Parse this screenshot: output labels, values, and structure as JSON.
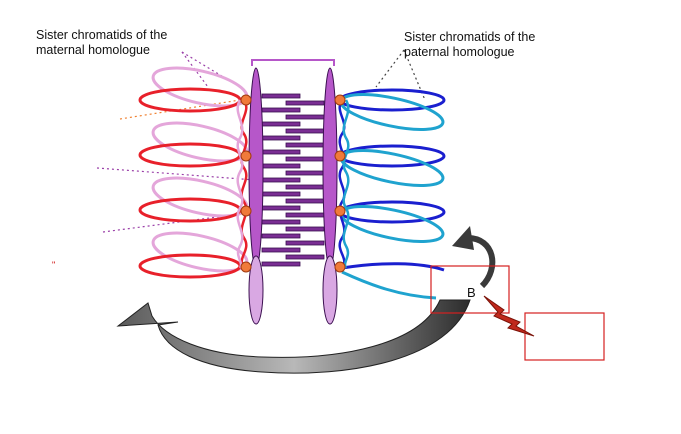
{
  "labels": {
    "maternal": [
      "Sister chromatids of the",
      "maternal homologue"
    ],
    "paternal": [
      "Sister chromatids of the",
      "paternal homologue"
    ],
    "box_b": "B",
    "red_mark": "\""
  },
  "colors": {
    "maternal_chromatid_dark": "#e8202a",
    "maternal_chromatid_light": "#e4a6da",
    "paternal_chromatid_dark": "#1a1fcf",
    "paternal_chromatid_light": "#1fa3cf",
    "axial_element": "#b657c9",
    "axial_element_light": "#d9a8e3",
    "transverse_filament": "#7a2e93",
    "attachment_node": "#f07a3a",
    "curved_arrow": "#4a4a4a",
    "lightning_bolt": "#c0281c",
    "highlight_box": "#d42020"
  },
  "icons": [
    "curved-return-arrow-icon",
    "small-rotate-arrow-icon",
    "lightning-bolt-icon"
  ]
}
